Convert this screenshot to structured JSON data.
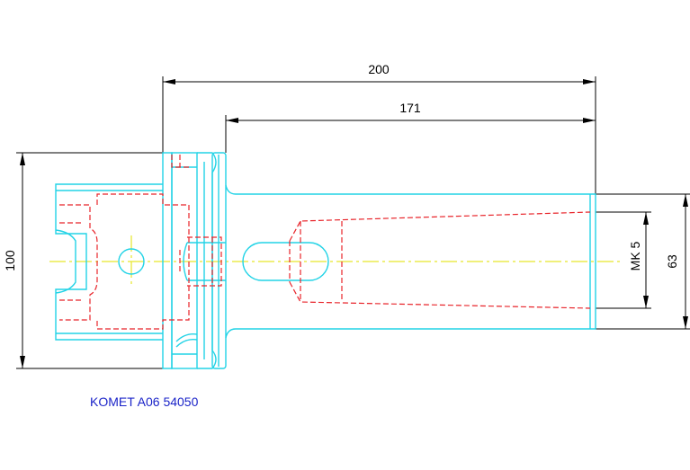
{
  "dimensions": {
    "overall_length": "200",
    "shank_length": "171",
    "flange_diameter": "100",
    "taper_label": "MK 5",
    "body_diameter": "63"
  },
  "caption": "KOMET A06 54050",
  "colors": {
    "outline": "#22d3e6",
    "hidden": "#e8242a",
    "center": "#e6e62a",
    "dimension": "#000000",
    "caption": "#1a23c8"
  }
}
